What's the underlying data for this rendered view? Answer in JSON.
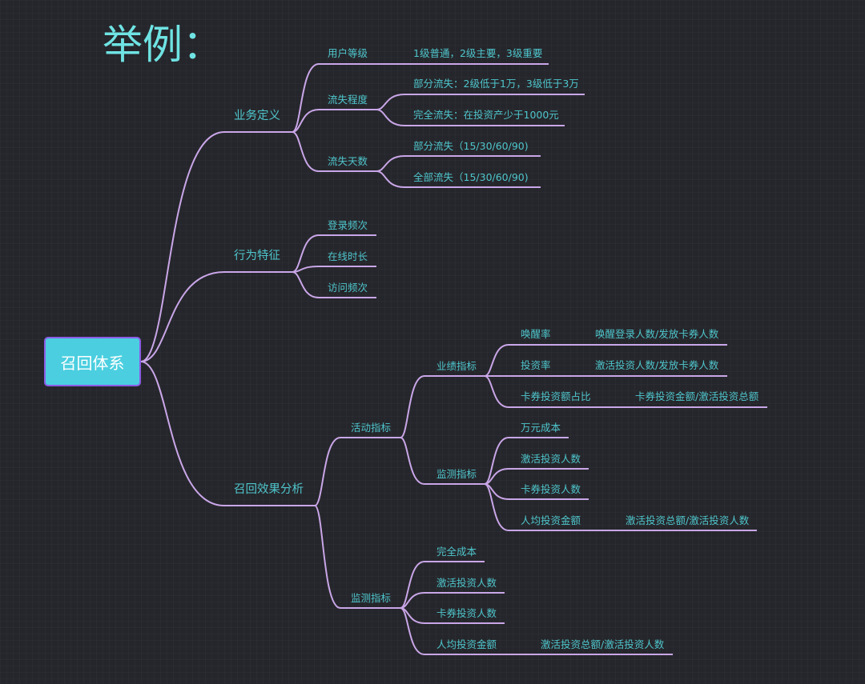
{
  "title": "举例：",
  "root": "召回体系",
  "branches": {
    "biz": {
      "label": "业务定义",
      "user_level": {
        "label": "用户等级",
        "leaf": "1级普通，2级主要，3级重要"
      },
      "churn_degree": {
        "label": "流失程度",
        "leaves": [
          "部分流失：2级低于1万，3级低于3万",
          "完全流失：在投资产少于1000元"
        ]
      },
      "churn_days": {
        "label": "流失天数",
        "leaves": [
          "部分流失（15/30/60/90)",
          "全部流失（15/30/60/90)"
        ]
      }
    },
    "behavior": {
      "label": "行为特征",
      "items": [
        "登录频次",
        "在线时长",
        "访问频次"
      ]
    },
    "effect": {
      "label": "召回效果分析",
      "activity": {
        "label": "活动指标",
        "performance": {
          "label": "业绩指标",
          "items": [
            {
              "label": "唤醒率",
              "leaf": "唤醒登录人数/发放卡券人数"
            },
            {
              "label": "投资率",
              "leaf": "激活投资人数/发放卡券人数"
            },
            {
              "label": "卡券投资额占比",
              "leaf": "卡券投资金额/激活投资总额"
            }
          ]
        },
        "monitor": {
          "label": "监测指标",
          "items": [
            "万元成本",
            "激活投资人数",
            "卡券投资人数",
            "人均投资金额"
          ],
          "per_capita_leaf": "激活投资总额/激活投资人数"
        }
      },
      "monitor": {
        "label": "监测指标",
        "items": [
          "完全成本",
          "激活投资人数",
          "卡券投资人数",
          "人均投资金额"
        ],
        "per_capita_leaf": "激活投资总额/激活投资人数"
      }
    }
  },
  "colors": {
    "line": "#c9a6e8",
    "text": "#4ec6cc",
    "root_fill": "#4bcfe0",
    "root_border": "#8b5ce6"
  }
}
